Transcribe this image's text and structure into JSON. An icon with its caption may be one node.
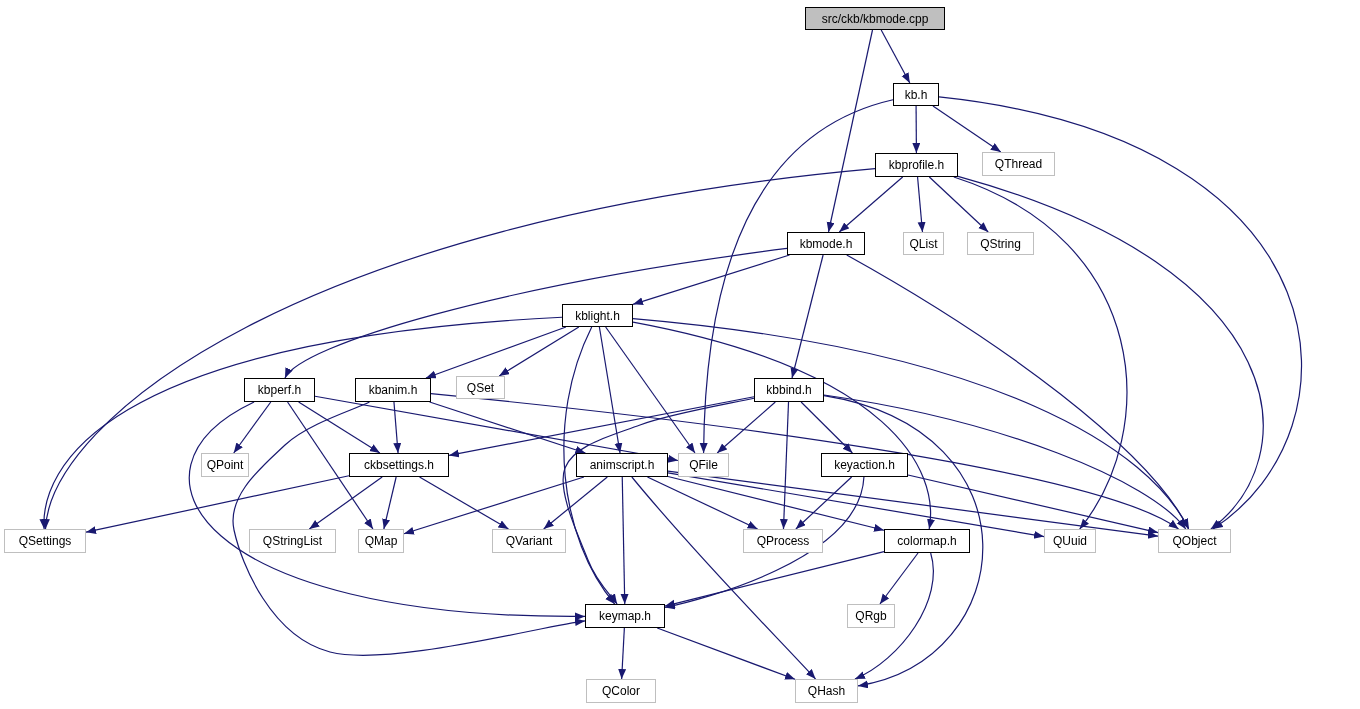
{
  "diagram": {
    "nodes": [
      {
        "text": [
          "src/ckb/kbmode.cpp"
        ]
      },
      {
        "text": [
          "kb.h"
        ]
      },
      {
        "text": [
          "QThread"
        ]
      },
      {
        "text": [
          "kbprofile.h"
        ]
      },
      {
        "text": [
          "kbmode.h"
        ]
      },
      {
        "text": [
          "QList"
        ]
      },
      {
        "text": [
          "QString"
        ]
      },
      {
        "text": [
          "kblight.h"
        ]
      },
      {
        "text": [
          "QSet"
        ]
      },
      {
        "text": [
          "kbperf.h"
        ]
      },
      {
        "text": [
          "kbanim.h"
        ]
      },
      {
        "text": [
          "kbbind.h"
        ]
      },
      {
        "text": [
          "QPoint"
        ]
      },
      {
        "text": [
          "ckbsettings.h"
        ]
      },
      {
        "text": [
          "animscript.h"
        ]
      },
      {
        "text": [
          "QFile"
        ]
      },
      {
        "text": [
          "keyaction.h"
        ]
      },
      {
        "text": [
          "QSettings"
        ]
      },
      {
        "text": [
          "QStringList"
        ]
      },
      {
        "text": [
          "QMap"
        ]
      },
      {
        "text": [
          "QVariant"
        ]
      },
      {
        "text": [
          "QProcess"
        ]
      },
      {
        "text": [
          "colormap.h"
        ]
      },
      {
        "text": [
          "QUuid"
        ]
      },
      {
        "text": [
          "QObject"
        ]
      },
      {
        "text": [
          "QRgb"
        ]
      },
      {
        "text": [
          "keymap.h"
        ]
      },
      {
        "text": [
          "QColor"
        ]
      },
      {
        "text": [
          "QHash"
        ]
      }
    ],
    "edges": [
      {
        "from": 0,
        "to": 1,
        "arrow": "to"
      },
      {
        "from": 0,
        "to": 4,
        "arrow": "to"
      },
      {
        "from": 1,
        "to": 15,
        "arrow": "to"
      },
      {
        "from": 1,
        "to": 3,
        "arrow": "to"
      },
      {
        "from": 1,
        "to": 2,
        "arrow": "to"
      },
      {
        "from": 1,
        "to": 24,
        "arrow": "to"
      },
      {
        "from": 3,
        "to": 17,
        "arrow": "to"
      },
      {
        "from": 3,
        "to": 4,
        "arrow": "to"
      },
      {
        "from": 3,
        "to": 5,
        "arrow": "to"
      },
      {
        "from": 3,
        "to": 6,
        "arrow": "to"
      },
      {
        "from": 3,
        "to": 23,
        "arrow": "to"
      },
      {
        "from": 3,
        "to": 24,
        "arrow": "to"
      },
      {
        "from": 4,
        "to": 9,
        "arrow": "to"
      },
      {
        "from": 4,
        "to": 7,
        "arrow": "to"
      },
      {
        "from": 4,
        "to": 11,
        "arrow": "to"
      },
      {
        "from": 4,
        "to": 24,
        "arrow": "to"
      },
      {
        "from": 7,
        "to": 17,
        "arrow": "to"
      },
      {
        "from": 7,
        "to": 10,
        "arrow": "to"
      },
      {
        "from": 7,
        "to": 8,
        "arrow": "to"
      },
      {
        "from": 7,
        "to": 26,
        "arrow": "to"
      },
      {
        "from": 7,
        "to": 14,
        "arrow": "to"
      },
      {
        "from": 7,
        "to": 15,
        "arrow": "to"
      },
      {
        "from": 7,
        "to": 22,
        "arrow": "to"
      },
      {
        "from": 7,
        "to": 24,
        "arrow": "to"
      },
      {
        "from": 9,
        "to": 26,
        "arrow": "to"
      },
      {
        "from": 9,
        "to": 12,
        "arrow": "to"
      },
      {
        "from": 9,
        "to": 13,
        "arrow": "to"
      },
      {
        "from": 9,
        "to": 19,
        "arrow": "to"
      },
      {
        "from": 9,
        "to": 15,
        "arrow": "to"
      },
      {
        "from": 10,
        "to": 26,
        "arrow": "to"
      },
      {
        "from": 10,
        "to": 13,
        "arrow": "to"
      },
      {
        "from": 10,
        "to": 14,
        "arrow": "to"
      },
      {
        "from": 10,
        "to": 24,
        "arrow": "to"
      },
      {
        "from": 11,
        "to": 13,
        "arrow": "to"
      },
      {
        "from": 11,
        "to": 26,
        "arrow": "to"
      },
      {
        "from": 11,
        "to": 15,
        "arrow": "to"
      },
      {
        "from": 11,
        "to": 21,
        "arrow": "to"
      },
      {
        "from": 11,
        "to": 16,
        "arrow": "to"
      },
      {
        "from": 11,
        "to": 28,
        "arrow": "to"
      },
      {
        "from": 11,
        "to": 24,
        "arrow": "to"
      },
      {
        "from": 13,
        "to": 17,
        "arrow": "to"
      },
      {
        "from": 13,
        "to": 18,
        "arrow": "to"
      },
      {
        "from": 13,
        "to": 19,
        "arrow": "to"
      },
      {
        "from": 13,
        "to": 20,
        "arrow": "to"
      },
      {
        "from": 14,
        "to": 19,
        "arrow": "to"
      },
      {
        "from": 14,
        "to": 20,
        "arrow": "to"
      },
      {
        "from": 14,
        "to": 26,
        "arrow": "to"
      },
      {
        "from": 14,
        "to": 28,
        "arrow": "to"
      },
      {
        "from": 14,
        "to": 21,
        "arrow": "to"
      },
      {
        "from": 14,
        "to": 22,
        "arrow": "to"
      },
      {
        "from": 14,
        "to": 23,
        "arrow": "to"
      },
      {
        "from": 14,
        "to": 24,
        "arrow": "to"
      },
      {
        "from": 16,
        "to": 21,
        "arrow": "to"
      },
      {
        "from": 16,
        "to": 26,
        "arrow": "to"
      },
      {
        "from": 16,
        "to": 24,
        "arrow": "to"
      },
      {
        "from": 22,
        "to": 26,
        "arrow": "to"
      },
      {
        "from": 22,
        "to": 25,
        "arrow": "to"
      },
      {
        "from": 22,
        "to": 28,
        "arrow": "to"
      },
      {
        "from": 26,
        "to": 27,
        "arrow": "to"
      },
      {
        "from": 26,
        "to": 28,
        "arrow": "to"
      }
    ]
  }
}
